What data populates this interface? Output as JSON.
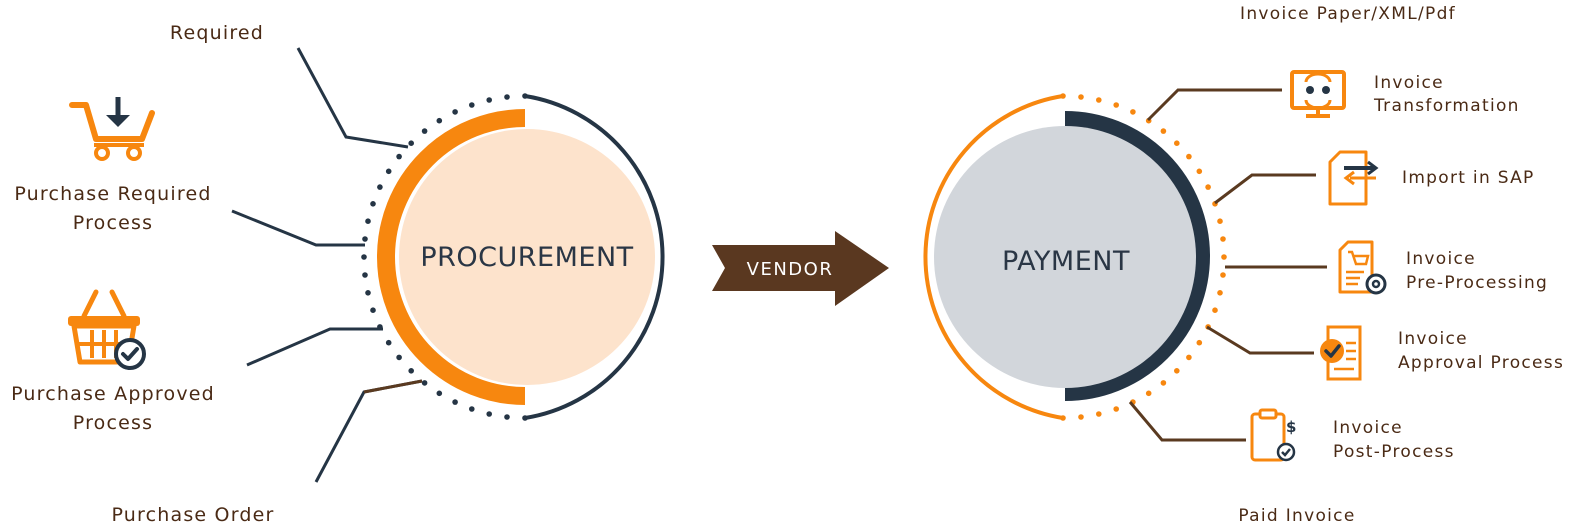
{
  "colors": {
    "orange": "#f7870f",
    "navy": "#253545",
    "brown": "#5a3a20",
    "label": "#4a2a15",
    "procurement_fill": "#fde3cc",
    "payment_fill": "#d2d6db",
    "arrow": "#5a3820"
  },
  "procurement": {
    "title": "PROCUREMENT",
    "steps": [
      {
        "label": "Required",
        "icon": "none"
      },
      {
        "label_line1": "Purchase Required",
        "label_line2": "Process",
        "icon": "cart-download-icon"
      },
      {
        "label_line1": "Purchase Approved",
        "label_line2": "Process",
        "icon": "basket-check-icon"
      },
      {
        "label": "Purchase Order",
        "icon": "none"
      }
    ]
  },
  "vendor": {
    "label": "VENDOR"
  },
  "payment": {
    "title": "PAYMENT",
    "top_label": "Invoice Paper/XML/Pdf",
    "bottom_label": "Paid Invoice",
    "steps": [
      {
        "line1": "Invoice",
        "line2": "Transformation",
        "icon": "monitor-sync-icon"
      },
      {
        "line1": "Import in SAP",
        "line2": "",
        "icon": "document-transfer-icon"
      },
      {
        "line1": "Invoice",
        "line2": "Pre-Processing",
        "icon": "document-cart-gear-icon"
      },
      {
        "line1": "Invoice",
        "line2": "Approval Process",
        "icon": "document-check-icon"
      },
      {
        "line1": "Invoice",
        "line2": "Post-Process",
        "icon": "clipboard-dollar-icon"
      }
    ]
  }
}
